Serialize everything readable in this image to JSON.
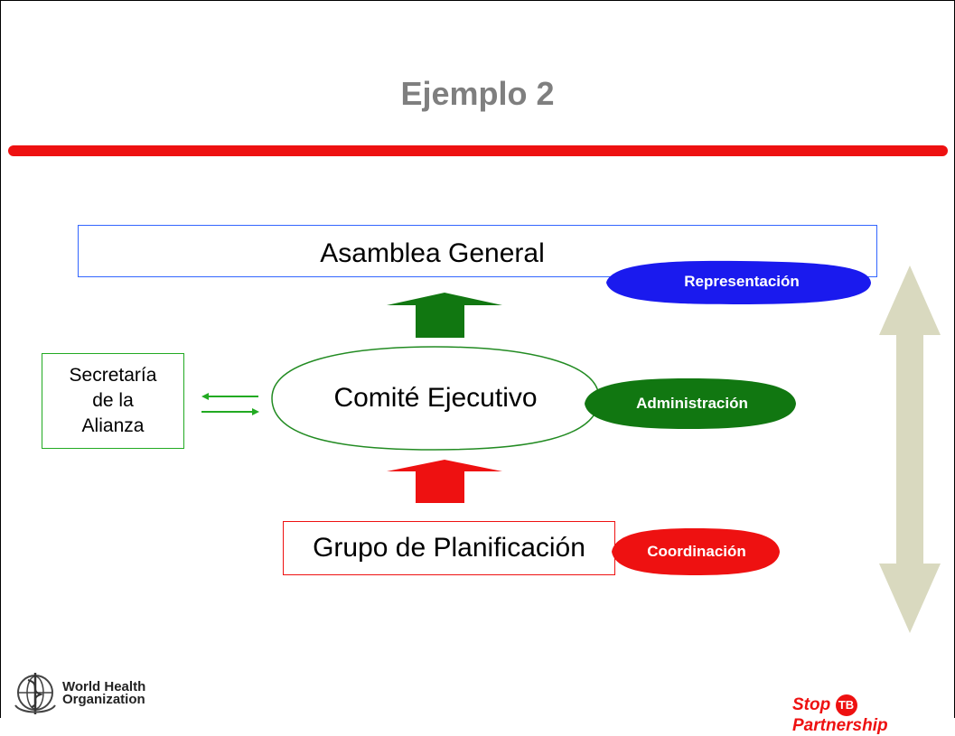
{
  "title": "Ejemplo 2",
  "nodes": {
    "asamblea": "Asamblea General",
    "comite": "Comité Ejecutivo",
    "grupo": "Grupo de Planificación",
    "secretaria": [
      "Secretaría",
      "de la",
      "Alianza"
    ]
  },
  "labels": {
    "representacion": "Representación",
    "administracion": "Administración",
    "coordinacion": "Coordinación"
  },
  "logos": {
    "who_line1": "World Health",
    "who_line2": "Organization",
    "stop": "Stop",
    "tb": "TB",
    "partnership": "Partnership"
  },
  "colors": {
    "title": "#7f7f7f",
    "red": "#ee1111",
    "green": "#117711",
    "blue": "#1a1aee",
    "khaki": "#d9d9bf"
  }
}
